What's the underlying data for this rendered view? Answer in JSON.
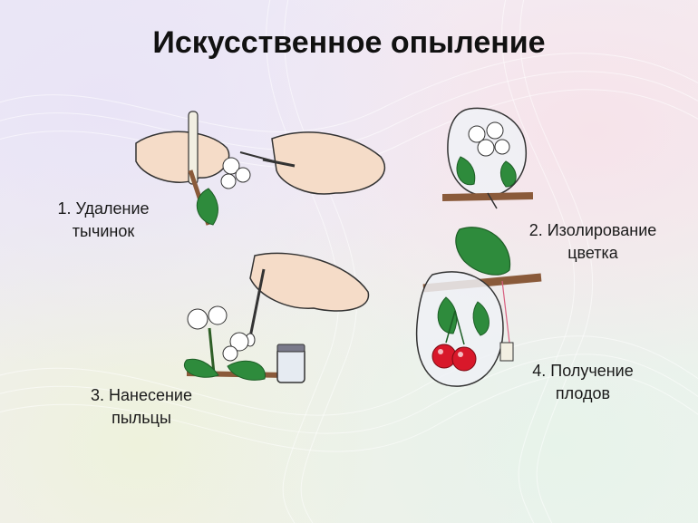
{
  "title": "Искусственное опыление",
  "steps": [
    {
      "line1": "1. Удаление",
      "line2": "тычинок"
    },
    {
      "line1": "2. Изолирование",
      "line2": "цветка"
    },
    {
      "line1": "3. Нанесение",
      "line2": "пыльцы"
    },
    {
      "line1": "4. Получение",
      "line2": "плодов"
    }
  ],
  "colors": {
    "leaf": "#2e8b3c",
    "leaf_dark": "#1d5e26",
    "cherry": "#d8182a",
    "branch": "#8a5a3a",
    "skin": "#f5dcc8",
    "outline": "#333333"
  }
}
